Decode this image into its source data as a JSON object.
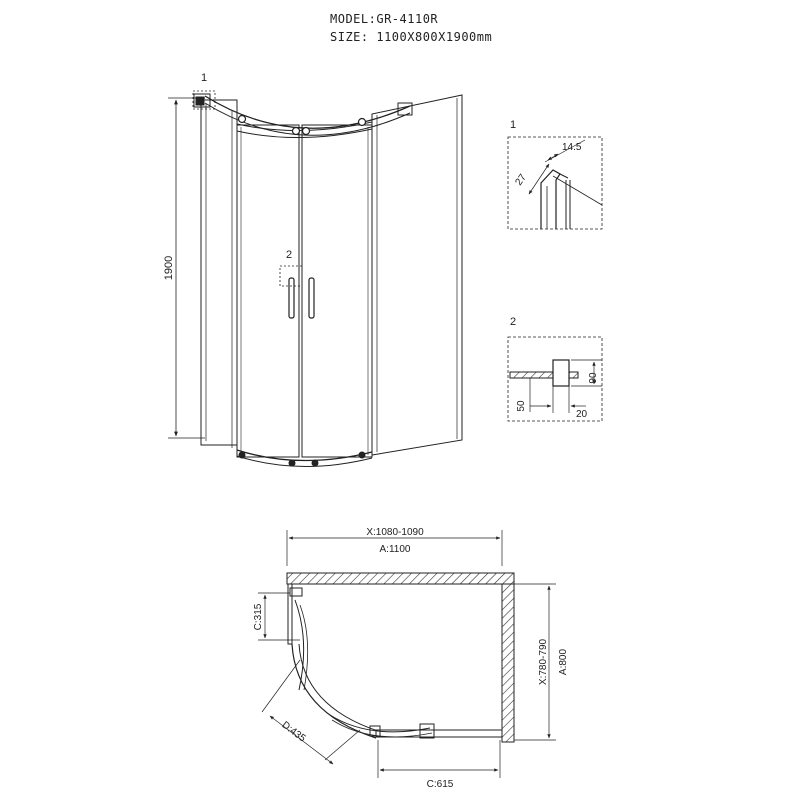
{
  "header": {
    "model": "MODEL:GR-4110R",
    "size": "SIZE: 1100X800X1900mm"
  },
  "front_view": {
    "height_label": "1900",
    "callout_1": "1",
    "callout_2": "2"
  },
  "detail_1": {
    "label": "1",
    "dim_width": "14.5",
    "dim_depth": "27"
  },
  "detail_2": {
    "label": "2",
    "dim_height": "90",
    "dim_left": "50",
    "dim_right": "20"
  },
  "plan_view": {
    "x_width": "X:1080-1090",
    "a_width": "A:1100",
    "x_depth": "X:780-790",
    "a_depth": "A:800",
    "c_side": "C:315",
    "d_radius": "D:435",
    "c_bottom": "C:615"
  }
}
